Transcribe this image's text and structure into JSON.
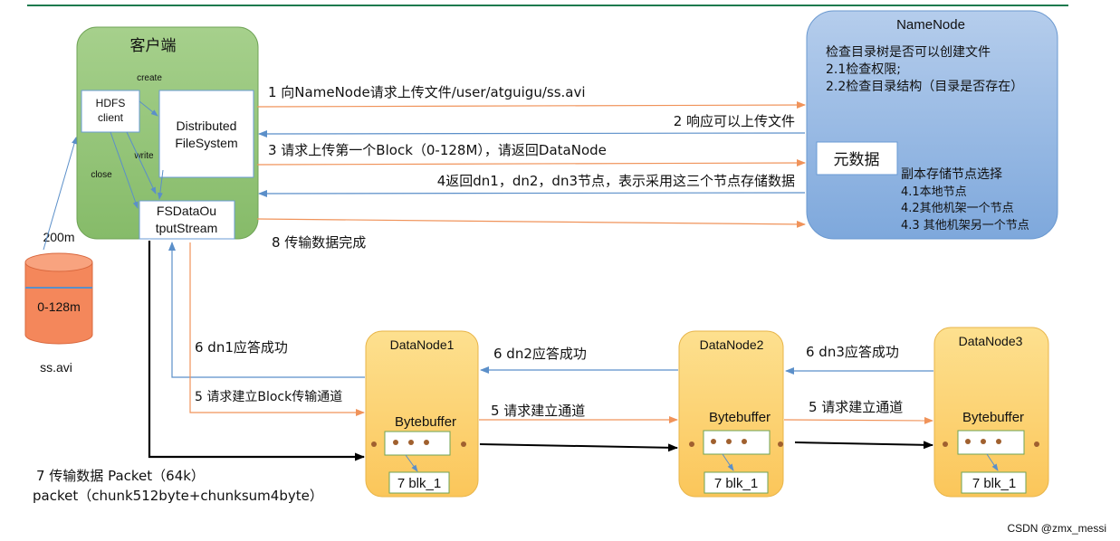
{
  "client": {
    "title": "客户端",
    "create": "create",
    "write": "write",
    "close": "close",
    "hdfs_client_line1": "HDFS",
    "hdfs_client_line2": "client",
    "dfs_line1": "Distributed",
    "dfs_line2": "FileSystem",
    "fsdos_line1": "FSDataOu",
    "fsdos_line2": "tputStream"
  },
  "file": {
    "size": "200m",
    "range": "0-128m",
    "name": "ss.avi"
  },
  "namenode": {
    "title": "NameNode",
    "check_title": "检查目录树是否可以创建文件",
    "check_1": "2.1检查权限;",
    "check_2": "2.2检查目录结构（目录是否存在）",
    "metadata": "元数据",
    "replica_title": "副本存储节点选择",
    "replica_1": "4.1本地节点",
    "replica_2": "4.2其他机架一个节点",
    "replica_3": "4.3 其他机架另一个节点"
  },
  "messages": {
    "m1": "1 向NameNode请求上传文件/user/atguigu/ss.avi",
    "m2": "2 响应可以上传文件",
    "m3": "3 请求上传第一个Block（0-128M），请返回DataNode",
    "m4": "4返回dn1，dn2，dn3节点，表示采用这三个节点存储数据",
    "m8": "8 传输数据完成",
    "m6_dn1": "6 dn1应答成功",
    "m5_block": "5 请求建立Block传输通道",
    "m6_dn2": "6 dn2应答成功",
    "m5_a": "5 请求建立通道",
    "m6_dn3": "6 dn3应答成功",
    "m5_b": "5 请求建立通道",
    "m7_line1": "7 传输数据 Packet（64k）",
    "m7_line2": "packet（chunk512byte+chunksum4byte）"
  },
  "datanodes": [
    {
      "title": "DataNode1",
      "buffer": "Bytebuffer",
      "blk": "7 blk_1"
    },
    {
      "title": "DataNode2",
      "buffer": "Bytebuffer",
      "blk": "7 blk_1"
    },
    {
      "title": "DataNode3",
      "buffer": "Bytebuffer",
      "blk": "7 blk_1"
    }
  ],
  "watermark": "CSDN @zmx_messi",
  "colors": {
    "green": "#94c47a",
    "blue": "#8fb3de",
    "orange_box": "#fcd272",
    "arrow_orange": "#f0935a",
    "arrow_blue": "#5b8fc9",
    "cylinder": "#f4875b"
  }
}
